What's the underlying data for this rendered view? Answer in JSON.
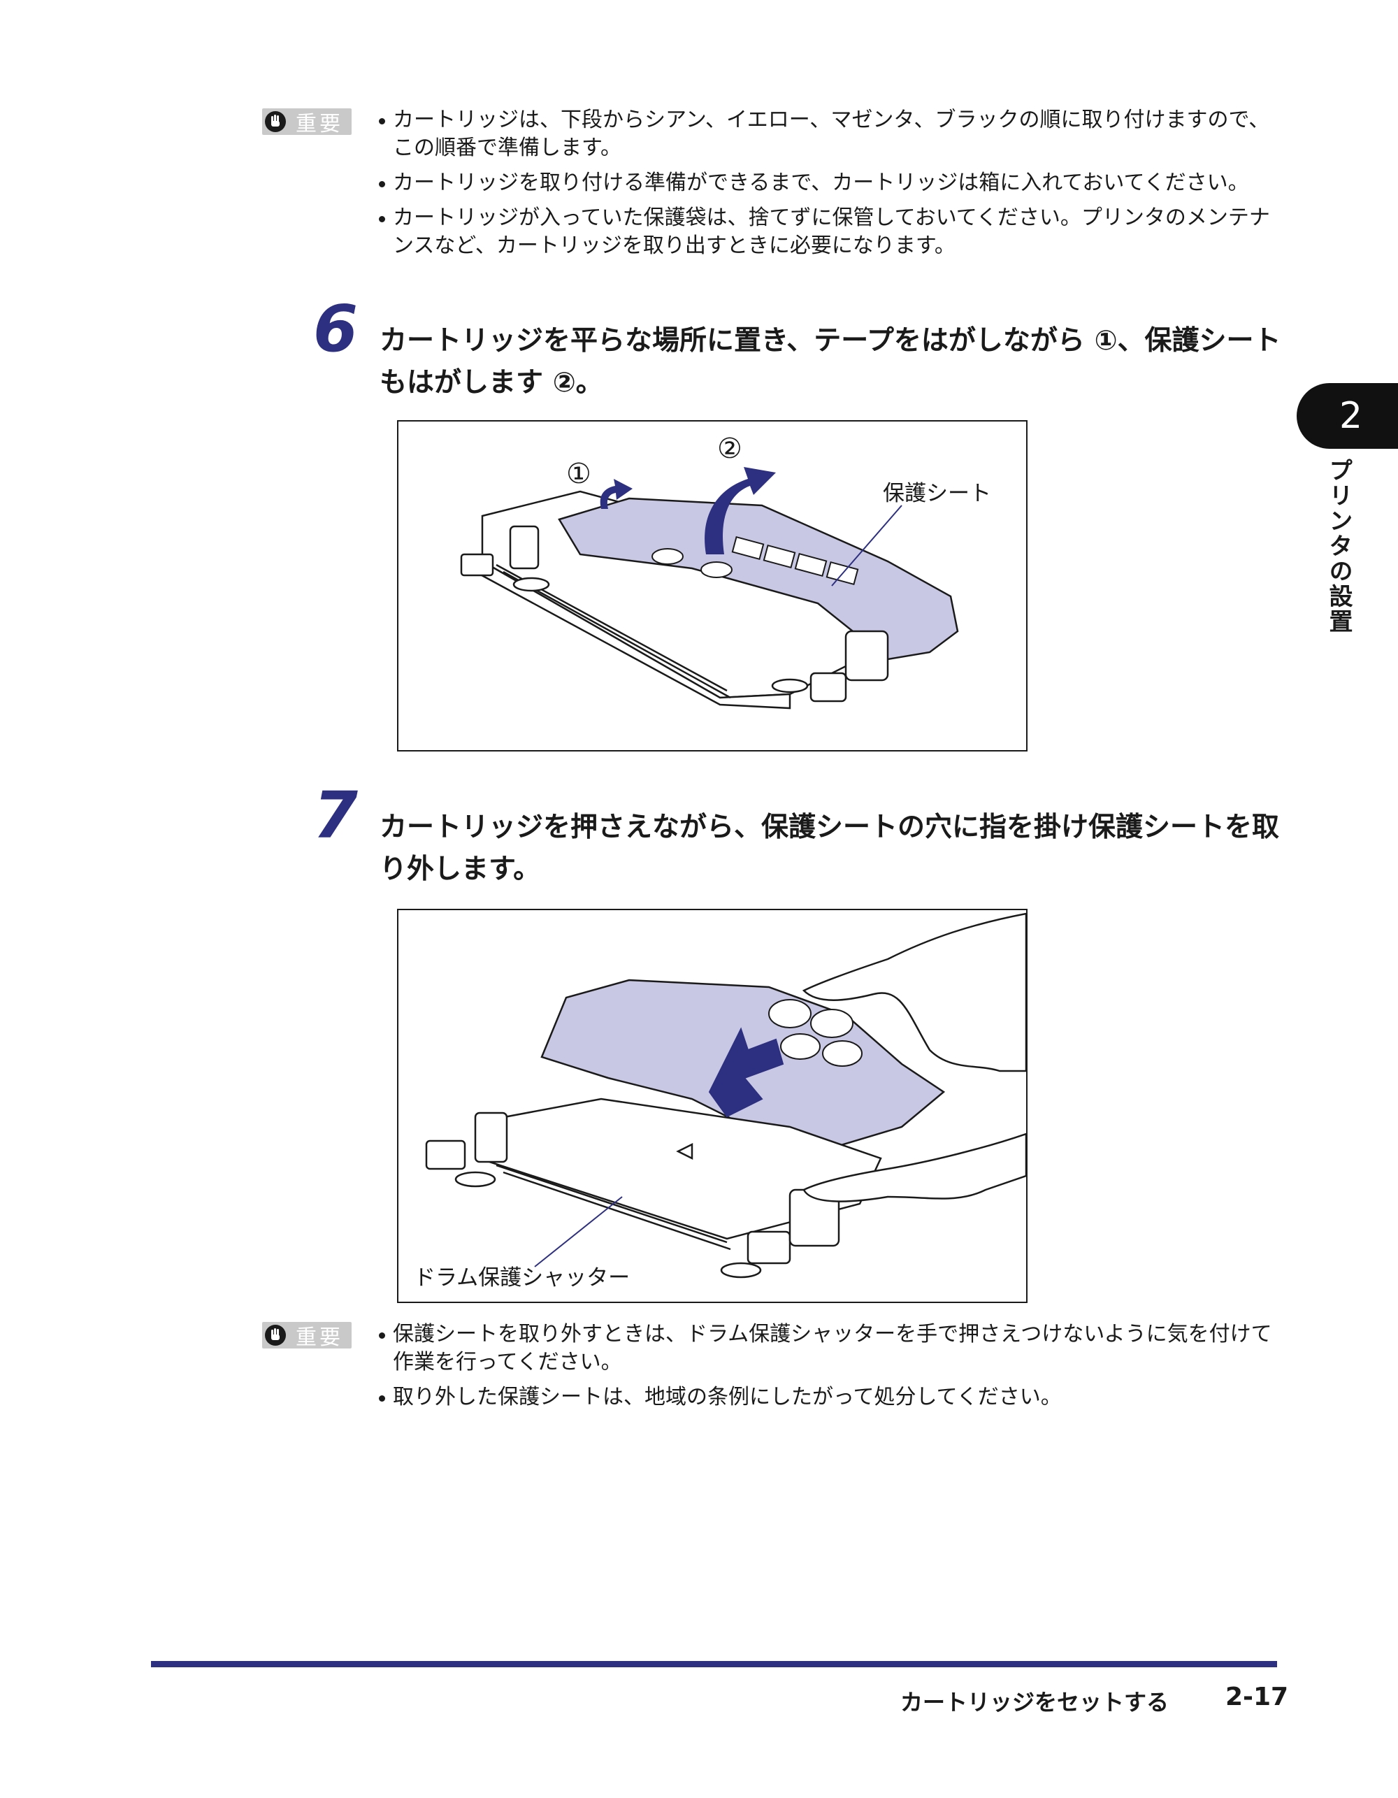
{
  "important_top": {
    "label": "重要",
    "bullets": [
      "カートリッジは、下段からシアン、イエロー、マゼンタ、ブラックの順に取り付けますので、この順番で準備します。",
      "カートリッジを取り付ける準備ができるまで、カートリッジは箱に入れておいてください。",
      "カートリッジが入っていた保護袋は、捨てずに保管しておいてください。プリンタのメンテナンスなど、カートリッジを取り出すときに必要になります。"
    ]
  },
  "step6": {
    "number": "6",
    "text": "カートリッジを平らな場所に置き、テープをはがしながら ①、保護シートもはがします ②。",
    "figure": {
      "callout_1": "①",
      "callout_2": "②",
      "label": "保護シート"
    }
  },
  "step7": {
    "number": "7",
    "text": "カートリッジを押さえながら、保護シートの穴に指を掛け保護シートを取り外します。",
    "figure": {
      "label": "ドラム保護シャッター"
    }
  },
  "important_bottom": {
    "label": "重要",
    "bullets": [
      "保護シートを取り外すときは、ドラム保護シャッターを手で押さえつけないように気を付けて作業を行ってください。",
      "取り外した保護シートは、地域の条例にしたがって処分してください。"
    ]
  },
  "chapter": {
    "number": "2",
    "title": "プリンタの設置"
  },
  "footer": {
    "section": "カートリッジをセットする",
    "page": "2-17"
  },
  "colors": {
    "accent": "#2d2f80",
    "sheet": "#c9c8e4",
    "arrow": "#2d2f80"
  }
}
